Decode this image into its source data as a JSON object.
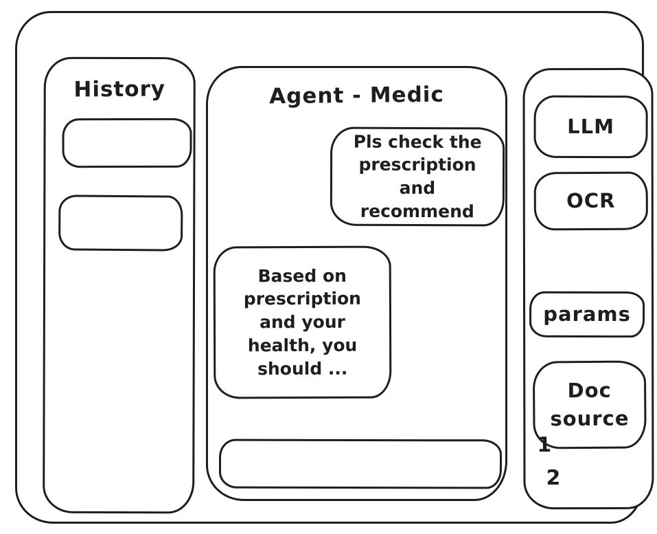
{
  "app": {
    "background_color": "#ffffff",
    "stroke_color": "#1e1e1e"
  },
  "history_panel": {
    "title": "History",
    "items": [
      {
        "label": ""
      },
      {
        "label": ""
      }
    ]
  },
  "chat_panel": {
    "title": "Agent - Medic",
    "messages": [
      {
        "role": "user",
        "text": "Pls check the prescription and recommend"
      },
      {
        "role": "agent",
        "text": "Based on prescription and your health, you should ..."
      }
    ],
    "input": {
      "value": "",
      "placeholder": ""
    }
  },
  "tools_panel": {
    "buttons": [
      {
        "id": "llm",
        "label": "LLM"
      },
      {
        "id": "ocr",
        "label": "OCR"
      },
      {
        "id": "params",
        "label": "params"
      },
      {
        "id": "doc_source",
        "label": "Doc source"
      }
    ],
    "doc_source_items": [
      {
        "label": "1"
      },
      {
        "label": "2"
      }
    ]
  }
}
